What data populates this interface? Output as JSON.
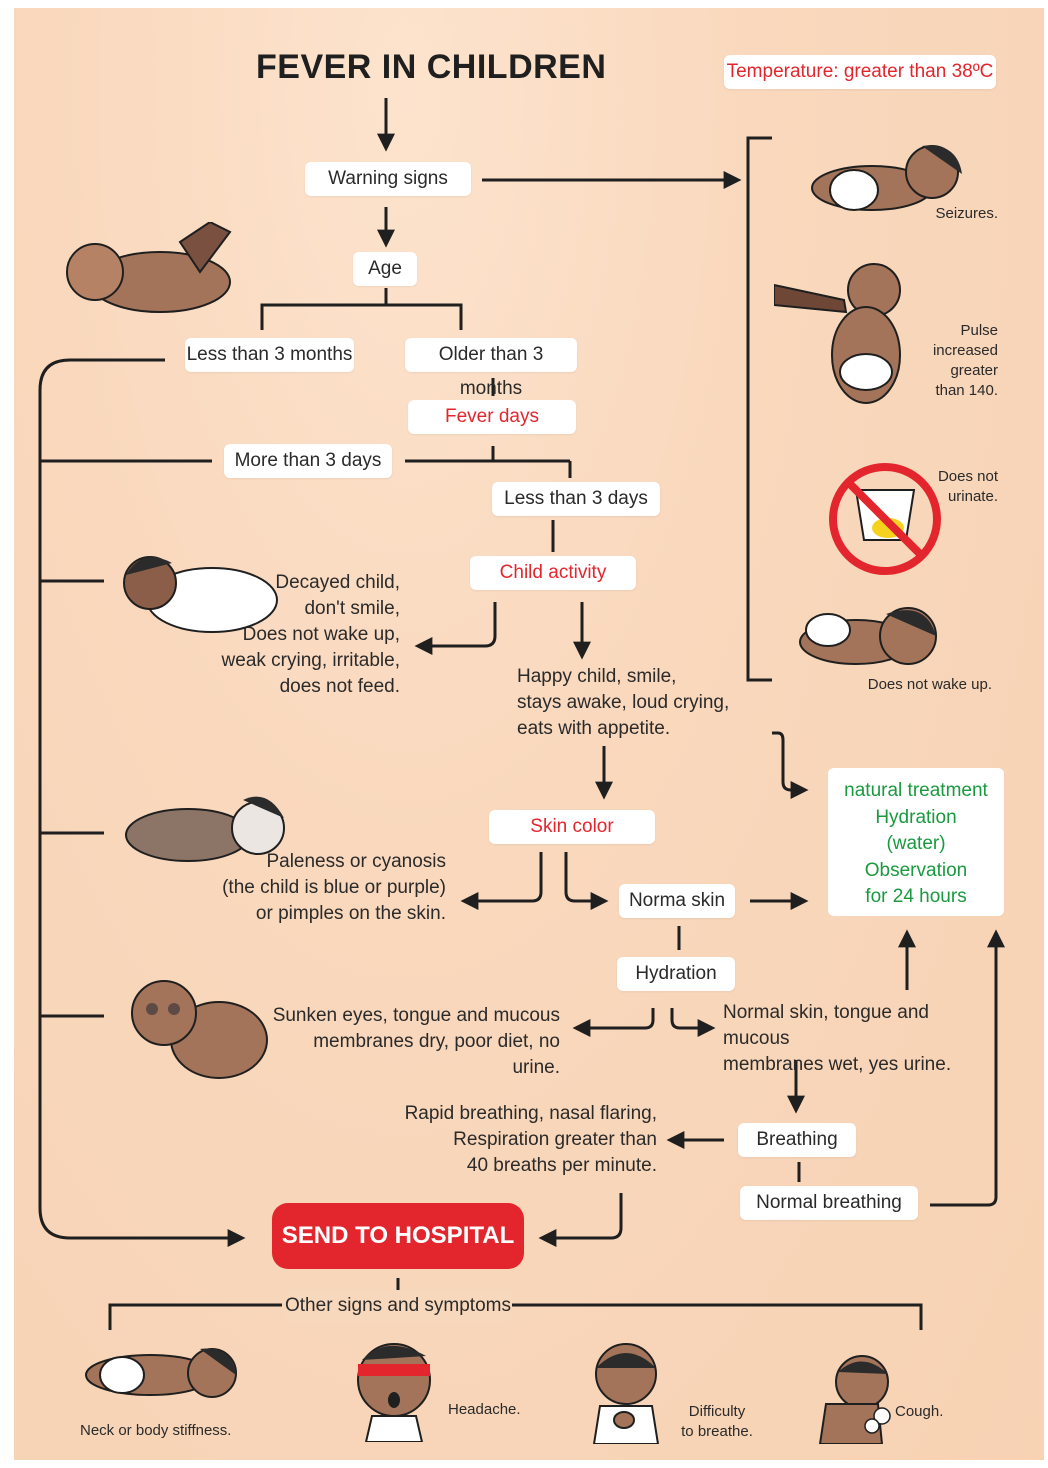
{
  "title": "FEVER IN CHILDREN",
  "temperature_note": "Temperature: greater than 38ºC",
  "nodes": {
    "warning_signs": "Warning signs",
    "age": "Age",
    "less_than_3_months": "Less than 3 months",
    "older_than_3_months": "Older than 3 months",
    "fever_days": "Fever days",
    "more_than_3_days": "More than 3 days",
    "less_than_3_days": "Less than 3 days",
    "child_activity": "Child activity",
    "skin_color": "Skin color",
    "norma_skin": "Norma skin",
    "hydration": "Hydration",
    "breathing": "Breathing",
    "normal_breathing": "Normal breathing",
    "send_to_hospital": "SEND TO HOSPITAL",
    "other_signs": "Other signs and symptoms"
  },
  "descriptions": {
    "decayed": [
      "Decayed child,",
      "don't smile,",
      "Does not wake up,",
      "weak crying, irritable,",
      "does not feed."
    ],
    "happy": [
      "Happy child, smile,",
      "stays awake, loud crying,",
      "eats with appetite."
    ],
    "paleness": [
      "Paleness or cyanosis",
      "(the child is blue or purple)",
      "or pimples on the skin."
    ],
    "sunken": [
      "Sunken eyes, tongue and mucous",
      "membranes dry, poor diet, no urine."
    ],
    "normal_skin": [
      "Normal skin, tongue and mucous",
      "membranes wet, yes urine."
    ],
    "rapid": [
      "Rapid breathing, nasal flaring,",
      "Respiration greater than",
      "40 breaths per minute."
    ]
  },
  "natural_treatment": [
    "natural treatment",
    "Hydration",
    "(water)",
    "Observation",
    "for 24 hours"
  ],
  "warning_list": {
    "seizures": "Seizures.",
    "pulse": [
      "Pulse",
      "increased",
      "greater",
      "than 140."
    ],
    "urinate": [
      "Does not",
      "urinate."
    ],
    "wake": "Does not wake up."
  },
  "other_symptoms": {
    "stiffness": "Neck or body stiffness.",
    "headache": "Headache.",
    "breathe": [
      "Difficulty",
      "to breathe."
    ],
    "cough": "Cough."
  },
  "colors": {
    "accent_red": "#e3262d",
    "accent_green": "#1a9a3f",
    "background": "#f8d6b9"
  },
  "icons": [
    "baby-examined-icon",
    "sleeping-baby-icon",
    "pale-baby-icon",
    "sunken-eyes-baby-icon",
    "seizure-baby-icon",
    "pulse-check-baby-icon",
    "no-urine-icon",
    "unconscious-baby-icon",
    "stiff-baby-icon",
    "headache-child-icon",
    "breathless-child-icon",
    "coughing-child-icon"
  ]
}
